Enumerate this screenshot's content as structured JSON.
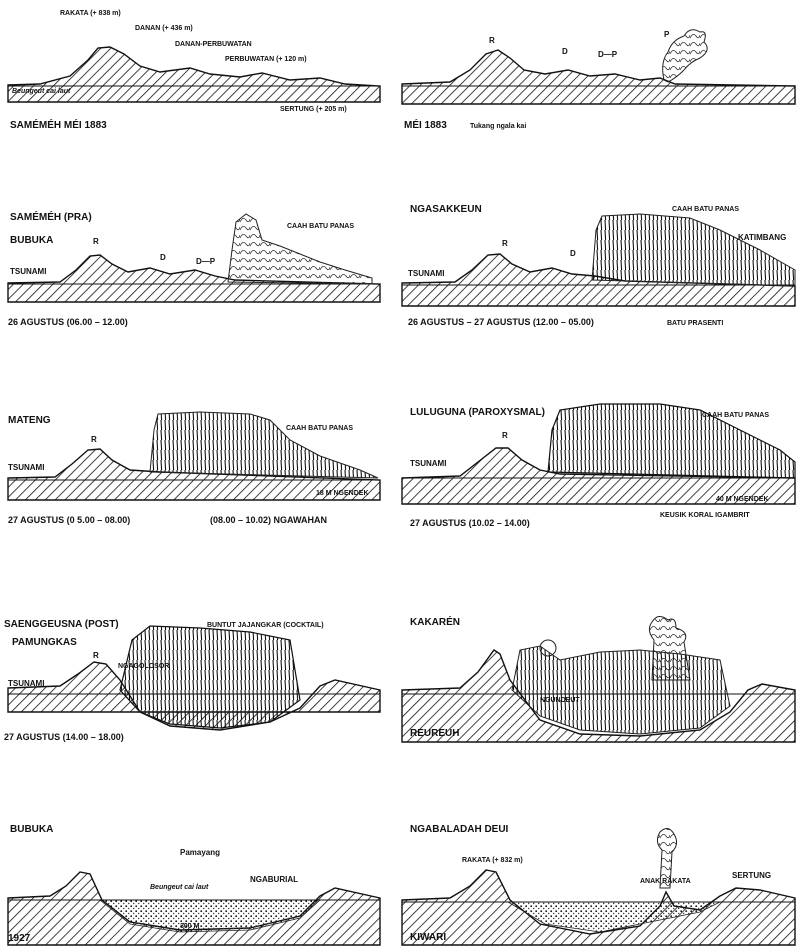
{
  "panels": [
    {
      "id": "p1",
      "labels": {
        "rakata": "RAKATA (+ 838 m)",
        "danan": "DANAN (+ 436 m)",
        "danan_perbuwatan": "DANAN-PERBUWATAN",
        "perbuwatan": "PERBUWATAN (+ 120 m)",
        "sea_level": "Beungeut cai laut",
        "sertung": "SERTUNG (+ 205 m)",
        "caption": "SAMÉMÉH MÉI 1883"
      }
    },
    {
      "id": "p2",
      "labels": {
        "r": "R",
        "d": "D",
        "dp": "D—P",
        "p": "P",
        "caption": "MÉI 1883",
        "note": "Tukang ngala kai"
      }
    },
    {
      "id": "p3",
      "labels": {
        "heading": "SAMÉMÉH (PRA)",
        "subheading": "BUBUKA",
        "r": "R",
        "d": "D",
        "dp": "D—P",
        "flow": "CAAH BATU PANAS",
        "tsunami": "TSUNAMI",
        "caption": "26 AGUSTUS (06.00 – 12.00)"
      }
    },
    {
      "id": "p4",
      "labels": {
        "heading": "NGASAKKEUN",
        "r": "R",
        "d": "D",
        "flow": "CAAH BATU PANAS",
        "katimbang": "KATIMBANG",
        "tsunami": "TSUNAMI",
        "caption": "26 AGUSTUS – 27 AGUSTUS (12.00 – 05.00)",
        "note": "BATU PRASENTI"
      }
    },
    {
      "id": "p5",
      "labels": {
        "heading": "MATENG",
        "r": "R",
        "flow": "CAAH BATU PANAS",
        "tsunami": "TSUNAMI",
        "depth": "18 M NGENDEK",
        "caption": "27 AGUSTUS (0 5.00 – 08.00)",
        "caption2": "(08.00 – 10.02) NGAWAHAN"
      }
    },
    {
      "id": "p6",
      "labels": {
        "heading": "LULUGUNA (PAROXYSMAL)",
        "r": "R",
        "flow": "CAAH BATU PANAS",
        "tsunami": "TSUNAMI",
        "depth": "40 M NGENDEK",
        "caption": "27 AGUSTUS (10.02 – 14.00)",
        "note": "KEUSIK KORAL IGAMBRIT"
      }
    },
    {
      "id": "p7",
      "labels": {
        "heading": "SAENGGEUSNA (POST)",
        "subheading": "PAMUNGKAS",
        "cocktail": "BUNTUT JAJANGKAR (COCKTAIL)",
        "r": "R",
        "ngagolosor": "NGAGOLOSOR",
        "tsunami": "TSUNAMI",
        "caption": "27 AGUSTUS (14.00 – 18.00)"
      }
    },
    {
      "id": "p8",
      "labels": {
        "heading": "KAKARÉN",
        "collapse": "NGUNDEUT",
        "caption": "REUREUH"
      }
    },
    {
      "id": "p9",
      "labels": {
        "heading": "BUBUKA",
        "pamayang": "Pamayang",
        "sea_level": "Beungeut cai laut",
        "ngaburial": "NGABURIAL",
        "depth": "300 M",
        "year": "1927"
      }
    },
    {
      "id": "p10",
      "labels": {
        "heading": "NGABALADAH DEUI",
        "rakata": "RAKATA (+ 832 m)",
        "anak": "ANAK RAKATA",
        "sertung": "SERTUNG",
        "caption": "KIWARI"
      }
    }
  ]
}
